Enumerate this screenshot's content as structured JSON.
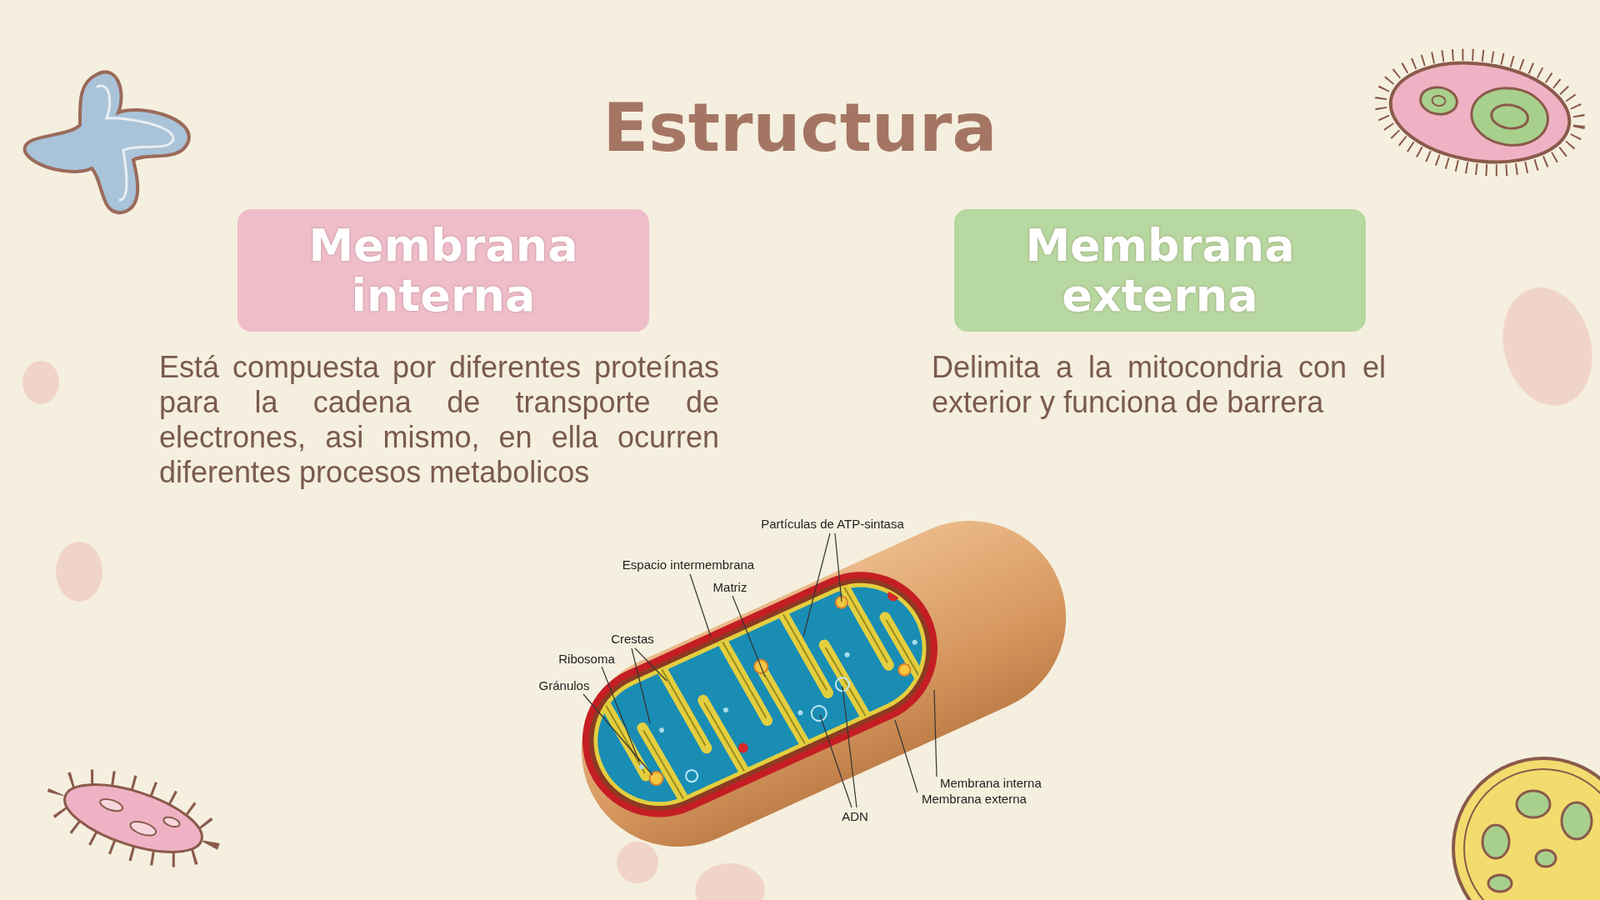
{
  "diagram": {
    "title": "Estructura",
    "nodes": [
      {
        "text": [
          "Membrana interna",
          "Está compuesta por diferentes proteínas para la cadena de transporte de electrones, asi mismo, en ella ocurren diferentes procesos metabolicos"
        ]
      },
      {
        "text": [
          "Membrana externa",
          "Delimita a la mitocondria con el exterior y funciona de barrera"
        ]
      }
    ],
    "labels": [
      "Partículas de ATP-sintasa",
      "Espacio intermembrana",
      "Matriz",
      "Crestas",
      "Ribosoma",
      "Gránulos",
      "Membrana interna",
      "Membrana externa",
      "ADN"
    ]
  }
}
